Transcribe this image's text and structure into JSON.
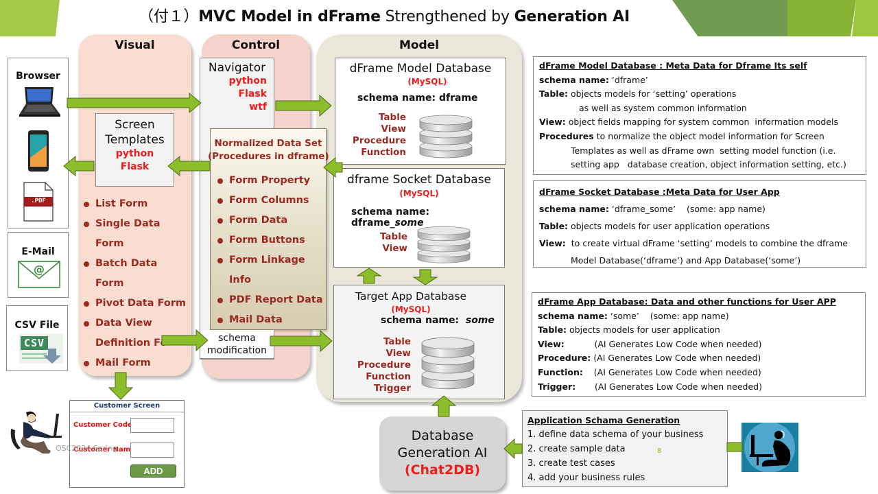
{
  "title": {
    "prefix": "（付１）",
    "part1_bold": "MVC Model in dFrame",
    "part2": " Strengthened by ",
    "part3_bold": "Generation AI"
  },
  "columns": {
    "visual": "Visual",
    "control": "Control",
    "model": "Model"
  },
  "devices": {
    "browser": "Browser",
    "pdf_label": ".PDF",
    "email": "E-Mail",
    "csv": "CSV File",
    "csv_icon_text": "CSV"
  },
  "screen_templates": {
    "title_line1": "Screen",
    "title_line2": "Templates",
    "tech1": "python",
    "tech2": "Flask"
  },
  "visual_forms": [
    {
      "line1": "List Form",
      "line2": ""
    },
    {
      "line1": "Single Data",
      "line2": "Form"
    },
    {
      "line1": "Batch Data",
      "line2": "Form"
    },
    {
      "line1": "Pivot Data Form",
      "line2": ""
    },
    {
      "line1": "Data View",
      "line2": "Definition Fo"
    },
    {
      "line1": "Mail Form",
      "line2": ""
    }
  ],
  "navigator": {
    "title": "Navigator",
    "tech1": "python",
    "tech2": "Flask",
    "tech3": "wtf"
  },
  "normalized_data_set": {
    "title_line1": "Normalized Data Set",
    "title_line2": "(Procedures in dframe)",
    "items": [
      {
        "line1": "Form Property",
        "line2": ""
      },
      {
        "line1": "Form Columns",
        "line2": ""
      },
      {
        "line1": "Form Data",
        "line2": ""
      },
      {
        "line1": "Form Buttons",
        "line2": ""
      },
      {
        "line1": "Form Linkage",
        "line2": "Info"
      },
      {
        "line1": "PDF Report Data",
        "line2": ""
      },
      {
        "line1": "Mail Data",
        "line2": ""
      }
    ]
  },
  "schema_modification": {
    "line1": "schema",
    "line2": "modification"
  },
  "databases": {
    "model_db": {
      "title": "dFrame Model Database",
      "engine": "(MySQL)",
      "schema_label": "schema name: ",
      "schema_value": "dframe",
      "kinds": [
        "Table",
        "View",
        "Procedure",
        "Function"
      ]
    },
    "socket_db": {
      "title": "dframe Socket Database",
      "engine": "(MySQL)",
      "schema_label": "schema name: dframe_",
      "schema_value": "some",
      "kinds": [
        "Table",
        "View"
      ]
    },
    "target_db": {
      "title": "Target App Database",
      "engine": "(MySQL)",
      "schema_label": "schema name:  ",
      "schema_value": "some",
      "kinds": [
        "Table",
        "View",
        "Procedure",
        "Function",
        "Trigger"
      ]
    }
  },
  "descriptions": {
    "model_db": {
      "heading": "dFrame Model Database : Meta Data for Dframe Its self",
      "lines": [
        {
          "label": "schema name:",
          "text": " ‘dframe’",
          "indent": 0
        },
        {
          "label": "Table:",
          "text": " objects models for ‘setting’ operations",
          "indent": 0
        },
        {
          "label": "",
          "text": "as well as system common information",
          "indent": 2
        },
        {
          "label": "View:",
          "text": " object fields mapping for system common  information models",
          "indent": 0
        },
        {
          "label": "Procedures",
          "text": " to normalize the object model information for Screen",
          "indent": 0
        },
        {
          "label": "",
          "text": "Templates as well as dFrame own  setting model function (i.e.",
          "indent": 1
        },
        {
          "label": "",
          "text": "setting app   database creation, object information setting, etc.)",
          "indent": 1
        }
      ]
    },
    "socket_db": {
      "heading": "dFrame Socket Database :Meta Data for User App",
      "lines": [
        {
          "label": "schema name:",
          "text": " ‘dframe_some’    (some: app name)",
          "indent": 0
        },
        {
          "label": "Table:",
          "text": " objects models for user application operations",
          "indent": 0
        },
        {
          "label": "View:",
          "text": "  to create virtual dFrame ‘setting’ models to combine the dframe",
          "indent": 0
        },
        {
          "label": "",
          "text": "Model Database(‘dframe’) and App Database(‘some’)",
          "indent": 1
        }
      ]
    },
    "app_db": {
      "heading": "dFrame App Database: Data and other functions for User APP",
      "lines": [
        {
          "label": "schema name:",
          "text": " ‘some’    (some: app name)",
          "indent": 0
        },
        {
          "label": "Table:",
          "text": " objects models for user application",
          "indent": 0
        },
        {
          "label": "View:",
          "text": "           (AI Generates Low Code when needed)",
          "indent": 0
        },
        {
          "label": "Procedure:",
          "text": " (AI Generates Low Code when needed)",
          "indent": 0
        },
        {
          "label": "Function:",
          "text": "    (AI Generates Low Code when needed)",
          "indent": 0
        },
        {
          "label": "Trigger:",
          "text": "       (AI Generates Low Code when needed)",
          "indent": 0
        }
      ]
    }
  },
  "ai_generation": {
    "line1": "Database",
    "line2": "Generation AI",
    "line3": "(Chat2DB)"
  },
  "app_schema_generation": {
    "heading": "Application Schama Generation",
    "steps": [
      "1. define data schema of your business",
      "2. create sample data",
      "3. create test cases",
      "4. add your business rules"
    ],
    "page_number": "8"
  },
  "customer_screen": {
    "title": "Customer Screen",
    "field1_label": "Customer Code",
    "field1_value": "",
    "field2_label": "Customer Name",
    "field2_value": "",
    "button": "ADD"
  },
  "watermark": "OSC2024 Spring",
  "colors": {
    "arrow_green": "#8cbd2a",
    "arrow_border": "#4f6b14",
    "maroon": "#9b2a22",
    "red": "#ee1c1c",
    "visual_bg": "#f9ddd0",
    "control_bg": "#f6d2cc",
    "model_bg": "#eae6da"
  }
}
